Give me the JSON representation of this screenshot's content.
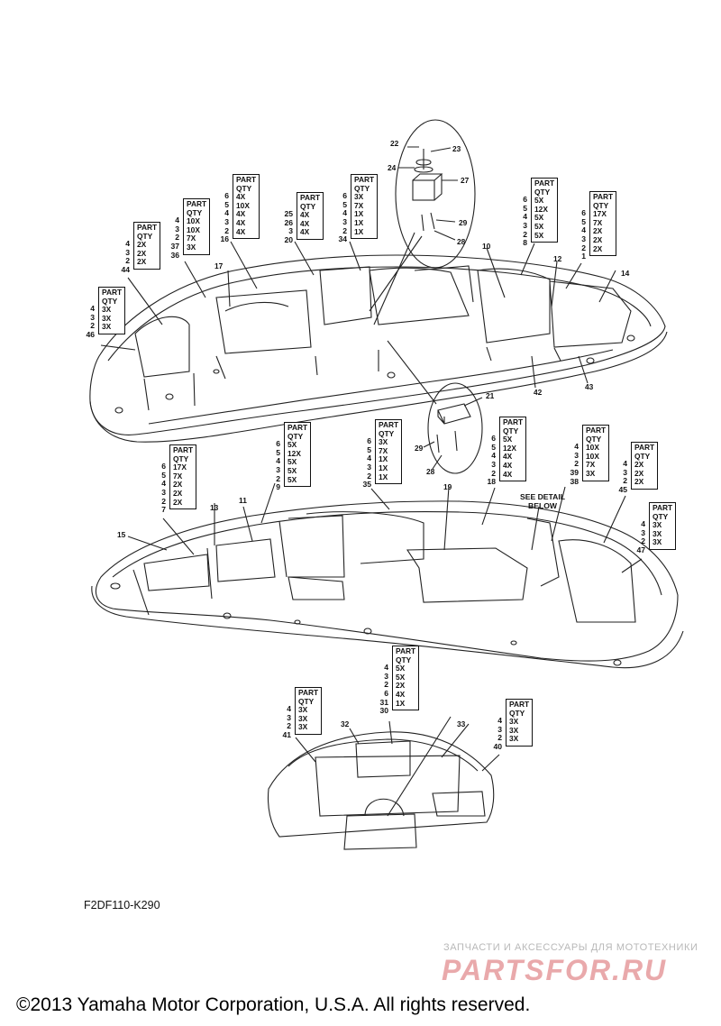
{
  "diagram_code": "F2DF110-K290",
  "copyright": "©2013 Yamaha Motor Corporation, U.S.A. All rights reserved.",
  "watermark": {
    "caption": "ЗАПЧАСТИ И АКСЕССУАРЫ ДЛЯ МОТОТЕХНИКИ",
    "logo": "PARTSFOR.RU"
  },
  "see_detail": "SEE DETAIL BELOW",
  "table_header": [
    "PART",
    "QTY"
  ],
  "tables": [
    {
      "id": "t1",
      "parts": [
        "4",
        "3",
        "2"
      ],
      "qty": [
        "3X",
        "3X",
        "3X"
      ],
      "callout": "46"
    },
    {
      "id": "t2",
      "parts": [
        "4",
        "3",
        "2"
      ],
      "qty": [
        "2X",
        "2X",
        "2X"
      ],
      "callout": "44"
    },
    {
      "id": "t3",
      "parts": [
        "4",
        "3",
        "2",
        "37"
      ],
      "qty": [
        "10X",
        "10X",
        "7X",
        "3X"
      ],
      "callout": "36"
    },
    {
      "id": "t4",
      "parts": [
        "6",
        "5",
        "4",
        "3",
        "2"
      ],
      "qty": [
        "4X",
        "10X",
        "4X",
        "4X",
        "4X"
      ],
      "callout": "16"
    },
    {
      "id": "t5",
      "parts": [
        "25",
        "26",
        "3"
      ],
      "qty": [
        "4X",
        "4X",
        "4X"
      ],
      "callout": "20"
    },
    {
      "id": "t6",
      "parts": [
        "6",
        "5",
        "4",
        "3",
        "2"
      ],
      "qty": [
        "3X",
        "7X",
        "1X",
        "1X",
        "1X"
      ],
      "callout": "34"
    },
    {
      "id": "t7",
      "parts": [
        "6",
        "5",
        "4",
        "3",
        "2"
      ],
      "qty": [
        "5X",
        "12X",
        "5X",
        "5X",
        "5X"
      ],
      "callout": "8"
    },
    {
      "id": "t8",
      "parts": [
        "6",
        "5",
        "4",
        "3",
        "2"
      ],
      "qty": [
        "17X",
        "7X",
        "2X",
        "2X",
        "2X"
      ],
      "callout": "1"
    },
    {
      "id": "t9",
      "parts": [
        "6",
        "5",
        "4",
        "3",
        "2"
      ],
      "qty": [
        "17X",
        "7X",
        "2X",
        "2X",
        "2X"
      ],
      "callout": "7"
    },
    {
      "id": "t10",
      "parts": [
        "6",
        "5",
        "4",
        "3",
        "2"
      ],
      "qty": [
        "5X",
        "12X",
        "5X",
        "5X",
        "5X"
      ],
      "callout": "9"
    },
    {
      "id": "t11",
      "parts": [
        "6",
        "5",
        "4",
        "3",
        "2"
      ],
      "qty": [
        "3X",
        "7X",
        "1X",
        "1X",
        "1X"
      ],
      "callout": "35"
    },
    {
      "id": "t12",
      "parts": [
        "6",
        "5",
        "4",
        "3",
        "2"
      ],
      "qty": [
        "5X",
        "12X",
        "4X",
        "4X",
        "4X"
      ],
      "callout": "18"
    },
    {
      "id": "t13",
      "parts": [
        "4",
        "3",
        "2",
        "39"
      ],
      "qty": [
        "10X",
        "10X",
        "7X",
        "3X"
      ],
      "callout": "38"
    },
    {
      "id": "t14",
      "parts": [
        "4",
        "3",
        "2"
      ],
      "qty": [
        "2X",
        "2X",
        "2X"
      ],
      "callout": "45"
    },
    {
      "id": "t15",
      "parts": [
        "4",
        "3",
        "2"
      ],
      "qty": [
        "3X",
        "3X",
        "3X"
      ],
      "callout": "47"
    },
    {
      "id": "t16",
      "parts": [
        "4",
        "3",
        "2",
        "6",
        "31"
      ],
      "qty": [
        "5X",
        "5X",
        "2X",
        "4X",
        "1X"
      ],
      "callout": "30"
    },
    {
      "id": "t17",
      "parts": [
        "4",
        "3",
        "2"
      ],
      "qty": [
        "3X",
        "3X",
        "3X"
      ],
      "callout": "41"
    },
    {
      "id": "t18",
      "parts": [
        "4",
        "3",
        "2"
      ],
      "qty": [
        "3X",
        "3X",
        "3X"
      ],
      "callout": "40"
    }
  ],
  "callouts": [
    "22",
    "23",
    "24",
    "27",
    "29",
    "28",
    "10",
    "12",
    "14",
    "17",
    "42",
    "43",
    "21",
    "29",
    "28",
    "15",
    "13",
    "11",
    "19",
    "32",
    "33"
  ]
}
